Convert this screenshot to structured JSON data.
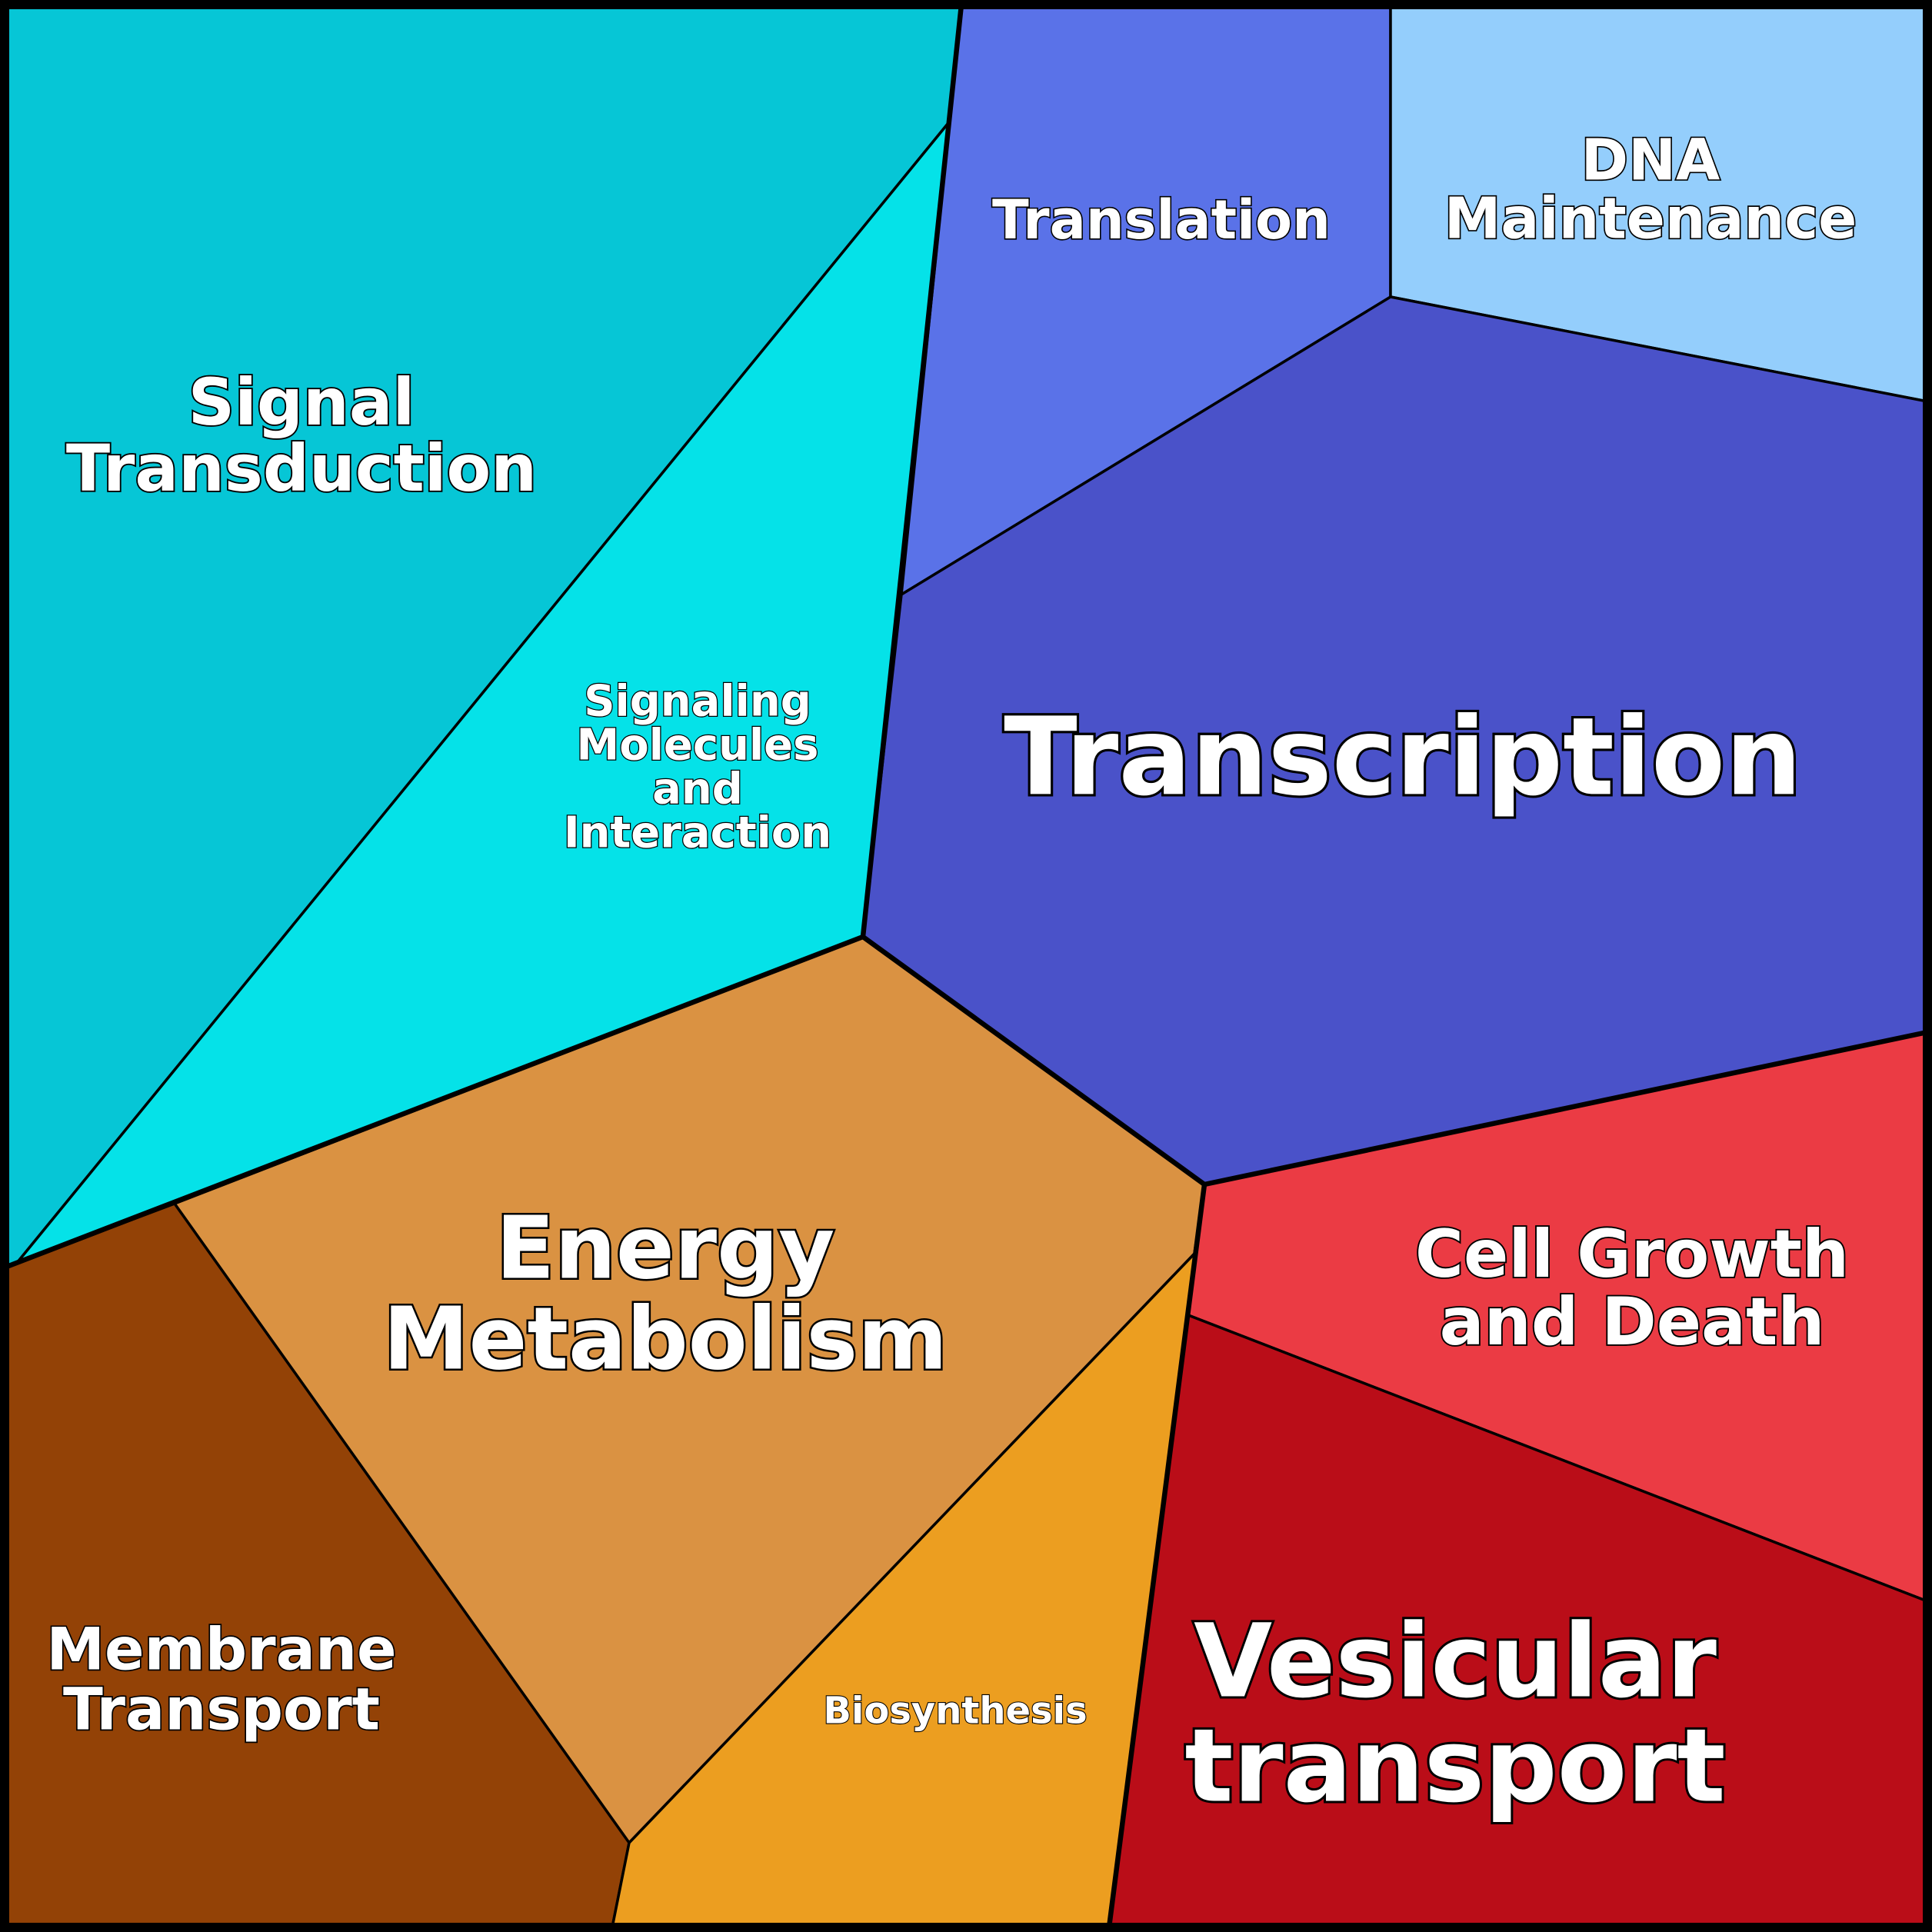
{
  "cells": [
    {
      "id": "signal-transduction",
      "lines": [
        "Signal",
        "Transduction"
      ],
      "color": "#06C6D6"
    },
    {
      "id": "signaling-molecules",
      "lines": [
        "Signaling",
        "Molecules",
        "and",
        "Interaction"
      ],
      "color": "#05E2E8"
    },
    {
      "id": "translation",
      "lines": [
        "Translation"
      ],
      "color": "#5A72E8"
    },
    {
      "id": "dna-maintenance",
      "lines": [
        "DNA",
        "Maintenance"
      ],
      "color": "#94CEFC"
    },
    {
      "id": "transcription",
      "lines": [
        "Transcription"
      ],
      "color": "#4A52C9"
    },
    {
      "id": "energy-metabolism",
      "lines": [
        "Energy",
        "Metabolism"
      ],
      "color": "#DA9242"
    },
    {
      "id": "membrane-transport",
      "lines": [
        "Membrane",
        "Transport"
      ],
      "color": "#934206"
    },
    {
      "id": "biosynthesis",
      "lines": [
        "Biosynthesis"
      ],
      "color": "#EC9E20"
    },
    {
      "id": "cell-growth-death",
      "lines": [
        "Cell Growth",
        "and Death"
      ],
      "color": "#EB3B44"
    },
    {
      "id": "vesicular-transport",
      "lines": [
        "Vesicular",
        "transport"
      ],
      "color": "#BA0D18"
    }
  ]
}
